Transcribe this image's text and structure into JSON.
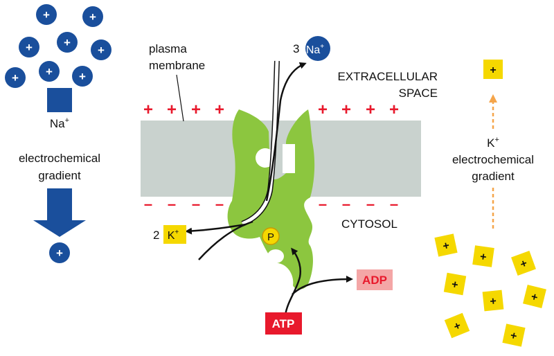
{
  "labels": {
    "na_gradient_ion": "Na",
    "na_gradient_sup": "+",
    "na_gradient_line2": "electrochemical",
    "na_gradient_line3": "gradient",
    "plasma_line1": "plasma",
    "plasma_line2": "membrane",
    "na_count": "3",
    "na_ion": "Na",
    "na_sup": "+",
    "extracellular_line1": "EXTRACELLULAR",
    "extracellular_line2": "SPACE",
    "cytosol": "CYTOSOL",
    "k_count": "2",
    "k_ion": "K",
    "k_sup": "+",
    "phosphate": "P",
    "adp": "ADP",
    "atp": "ATP",
    "k_gradient_ion": "K",
    "k_gradient_sup": "+",
    "k_gradient_line2": "electrochemical",
    "k_gradient_line3": "gradient"
  },
  "charges": {
    "plus": "+",
    "minus": "–"
  },
  "colors": {
    "sodium": "#1a4f9c",
    "potassium": "#f5d800",
    "membrane": "#c9d2ce",
    "pump": "#8cc63f",
    "positive_charge": "#e8192c",
    "negative_charge": "#e8192c",
    "atp": "#e8192c",
    "adp": "#f4a6a6",
    "phosphate": "#f5d800",
    "k_gradient_arrow": "#f5a54a",
    "na_gradient_arrow": "#1a4f9c"
  }
}
